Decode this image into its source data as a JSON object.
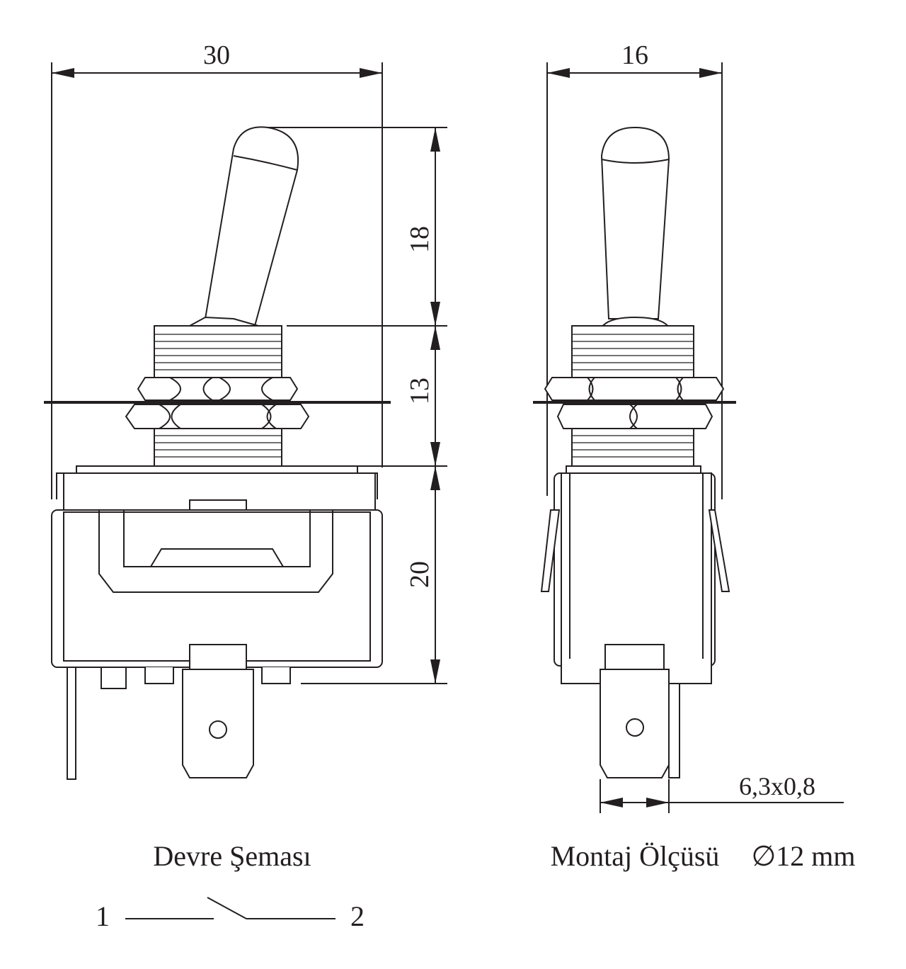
{
  "front_view": {
    "width_dim": "30",
    "lever_dim": "18",
    "bushing_dim": "13",
    "body_dim": "20",
    "caption": "Devre Şeması"
  },
  "side_view": {
    "width_dim": "16",
    "terminal_dim": "6,3x0,8",
    "caption_prefix": "Montaj Ölçüsü",
    "caption_diameter": "∅12 mm"
  },
  "schematic": {
    "terminal_1": "1",
    "terminal_2": "2"
  }
}
